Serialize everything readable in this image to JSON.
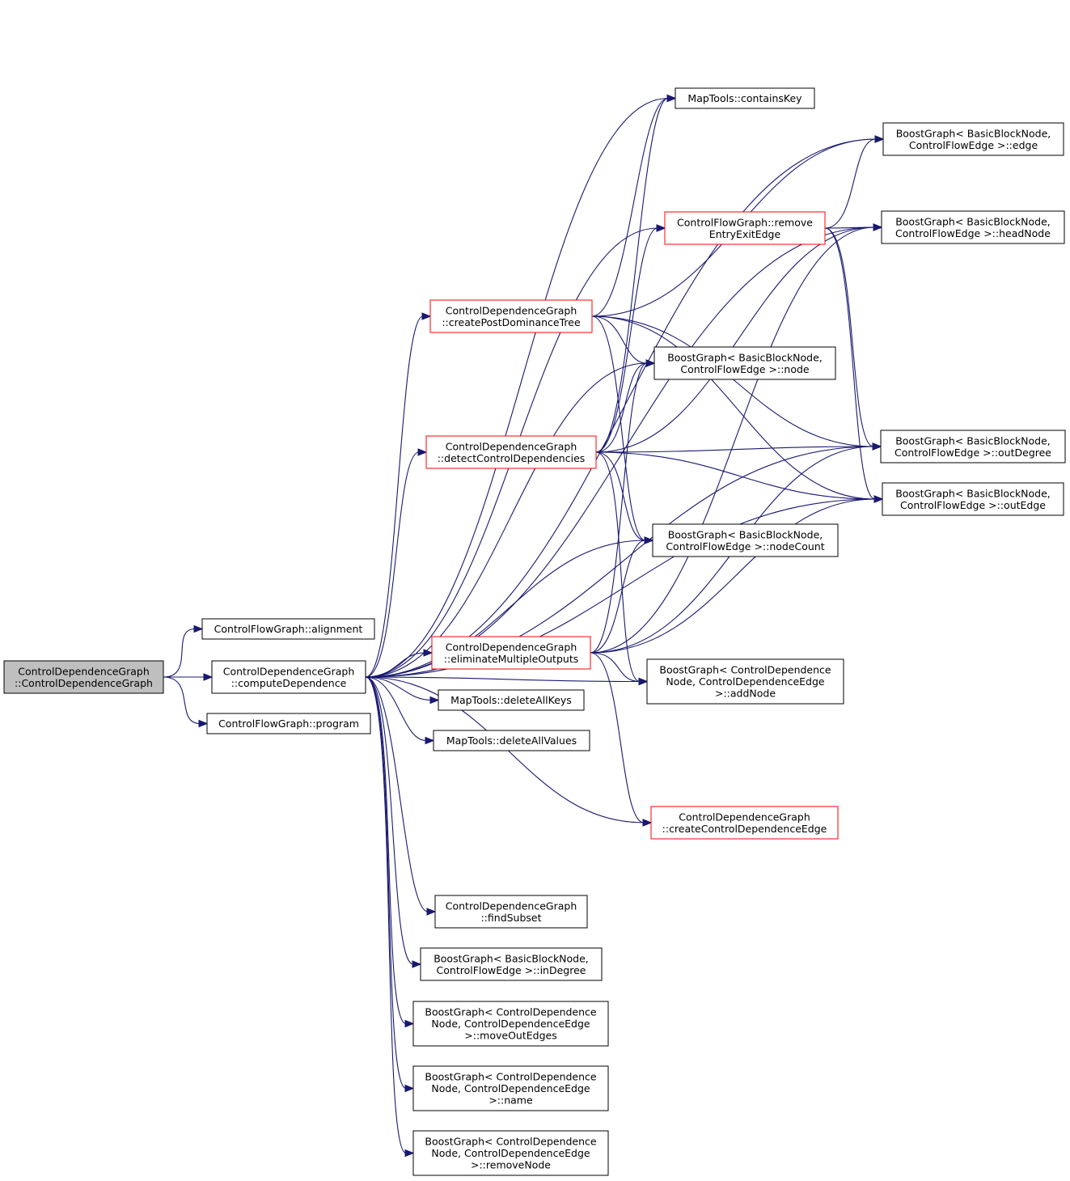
{
  "colors": {
    "edge": "#191970",
    "node_border": "#000000",
    "node_border_incomplete": "#ff0000",
    "root_fill": "#bfbfbf",
    "node_fill": "#ffffff"
  },
  "nodes": {
    "root": {
      "lines": [
        "ControlDependenceGraph",
        "::ControlDependenceGraph"
      ]
    },
    "alignment": {
      "lines": [
        "ControlFlowGraph::alignment"
      ]
    },
    "computeDep": {
      "lines": [
        "ControlDependenceGraph",
        "::computeDependence"
      ]
    },
    "program": {
      "lines": [
        "ControlFlowGraph::program"
      ]
    },
    "createPDT": {
      "lines": [
        "ControlDependenceGraph",
        "::createPostDominanceTree"
      ]
    },
    "detectCD": {
      "lines": [
        "ControlDependenceGraph",
        "::detectControlDependencies"
      ]
    },
    "elimMO": {
      "lines": [
        "ControlDependenceGraph",
        "::eliminateMultipleOutputs"
      ]
    },
    "delKeys": {
      "lines": [
        "MapTools::deleteAllKeys"
      ]
    },
    "delValues": {
      "lines": [
        "MapTools::deleteAllValues"
      ]
    },
    "findSubset": {
      "lines": [
        "ControlDependenceGraph",
        "::findSubset"
      ]
    },
    "inDegree": {
      "lines": [
        "BoostGraph< BasicBlockNode,",
        "ControlFlowEdge >::inDegree"
      ]
    },
    "moveOut": {
      "lines": [
        "BoostGraph< ControlDependence",
        "Node, ControlDependenceEdge",
        ">::moveOutEdges"
      ]
    },
    "nameN": {
      "lines": [
        "BoostGraph< ControlDependence",
        "Node, ControlDependenceEdge",
        ">::name"
      ]
    },
    "removeNode": {
      "lines": [
        "BoostGraph< ControlDependence",
        "Node, ControlDependenceEdge",
        ">::removeNode"
      ]
    },
    "containsKey": {
      "lines": [
        "MapTools::containsKey"
      ]
    },
    "removeEE": {
      "lines": [
        "ControlFlowGraph::remove",
        "EntryExitEdge"
      ]
    },
    "bgNode": {
      "lines": [
        "BoostGraph< BasicBlockNode,",
        "ControlFlowEdge >::node"
      ]
    },
    "nodeCount": {
      "lines": [
        "BoostGraph< BasicBlockNode,",
        "ControlFlowEdge >::nodeCount"
      ]
    },
    "addNode": {
      "lines": [
        "BoostGraph< ControlDependence",
        "Node, ControlDependenceEdge",
        ">::addNode"
      ]
    },
    "createCDE": {
      "lines": [
        "ControlDependenceGraph",
        "::createControlDependenceEdge"
      ]
    },
    "edgeE": {
      "lines": [
        "BoostGraph< BasicBlockNode,",
        "ControlFlowEdge >::edge"
      ]
    },
    "headNode": {
      "lines": [
        "BoostGraph< BasicBlockNode,",
        "ControlFlowEdge >::headNode"
      ]
    },
    "outDegree": {
      "lines": [
        "BoostGraph< BasicBlockNode,",
        "ControlFlowEdge >::outDegree"
      ]
    },
    "outEdge": {
      "lines": [
        "BoostGraph< BasicBlockNode,",
        "ControlFlowEdge >::outEdge"
      ]
    }
  },
  "edges": [
    [
      "root",
      "alignment"
    ],
    [
      "root",
      "computeDep"
    ],
    [
      "root",
      "program"
    ],
    [
      "computeDep",
      "createPDT"
    ],
    [
      "computeDep",
      "detectCD"
    ],
    [
      "computeDep",
      "elimMO"
    ],
    [
      "computeDep",
      "delKeys"
    ],
    [
      "computeDep",
      "delValues"
    ],
    [
      "computeDep",
      "findSubset"
    ],
    [
      "computeDep",
      "inDegree"
    ],
    [
      "computeDep",
      "moveOut"
    ],
    [
      "computeDep",
      "nameN"
    ],
    [
      "computeDep",
      "removeNode"
    ],
    [
      "computeDep",
      "containsKey"
    ],
    [
      "computeDep",
      "removeEE"
    ],
    [
      "computeDep",
      "bgNode"
    ],
    [
      "computeDep",
      "nodeCount"
    ],
    [
      "computeDep",
      "addNode"
    ],
    [
      "computeDep",
      "createCDE"
    ],
    [
      "computeDep",
      "edgeE"
    ],
    [
      "computeDep",
      "headNode"
    ],
    [
      "computeDep",
      "outDegree"
    ],
    [
      "computeDep",
      "outEdge"
    ],
    [
      "createPDT",
      "containsKey"
    ],
    [
      "createPDT",
      "edgeE"
    ],
    [
      "createPDT",
      "bgNode"
    ],
    [
      "createPDT",
      "nodeCount"
    ],
    [
      "createPDT",
      "outDegree"
    ],
    [
      "createPDT",
      "outEdge"
    ],
    [
      "detectCD",
      "containsKey"
    ],
    [
      "detectCD",
      "removeEE"
    ],
    [
      "detectCD",
      "bgNode"
    ],
    [
      "detectCD",
      "nodeCount"
    ],
    [
      "detectCD",
      "addNode"
    ],
    [
      "detectCD",
      "headNode"
    ],
    [
      "detectCD",
      "outDegree"
    ],
    [
      "detectCD",
      "outEdge"
    ],
    [
      "elimMO",
      "bgNode"
    ],
    [
      "elimMO",
      "nodeCount"
    ],
    [
      "elimMO",
      "addNode"
    ],
    [
      "elimMO",
      "createCDE"
    ],
    [
      "elimMO",
      "headNode"
    ],
    [
      "elimMO",
      "outDegree"
    ],
    [
      "elimMO",
      "outEdge"
    ],
    [
      "removeEE",
      "edgeE"
    ],
    [
      "removeEE",
      "headNode"
    ],
    [
      "removeEE",
      "outDegree"
    ],
    [
      "removeEE",
      "outEdge"
    ]
  ]
}
